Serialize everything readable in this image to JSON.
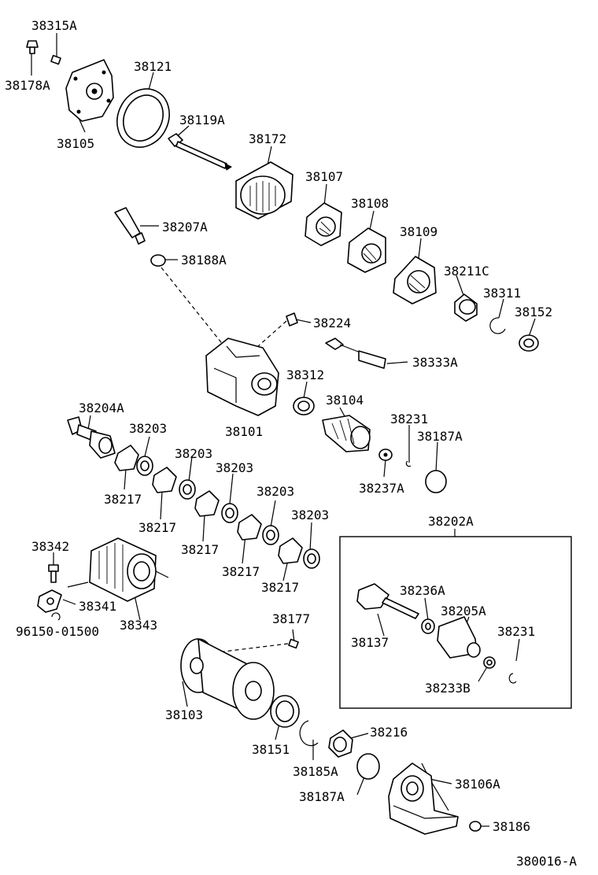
{
  "diagram_id": "380016-A",
  "subassembly_label": "38202A",
  "callouts": [
    {
      "key": "c38315A",
      "text": "38315A"
    },
    {
      "key": "c38178A",
      "text": "38178A"
    },
    {
      "key": "c38121",
      "text": "38121"
    },
    {
      "key": "c38105",
      "text": "38105"
    },
    {
      "key": "c38119A",
      "text": "38119A"
    },
    {
      "key": "c38172",
      "text": "38172"
    },
    {
      "key": "c38107",
      "text": "38107"
    },
    {
      "key": "c38108",
      "text": "38108"
    },
    {
      "key": "c38109",
      "text": "38109"
    },
    {
      "key": "c38207A",
      "text": "38207A"
    },
    {
      "key": "c38188A",
      "text": "38188A"
    },
    {
      "key": "c38211C",
      "text": "38211C"
    },
    {
      "key": "c38311",
      "text": "38311"
    },
    {
      "key": "c38152",
      "text": "38152"
    },
    {
      "key": "c38224",
      "text": "38224"
    },
    {
      "key": "c38333A",
      "text": "38333A"
    },
    {
      "key": "c38312",
      "text": "38312"
    },
    {
      "key": "c38101",
      "text": "38101"
    },
    {
      "key": "c38104",
      "text": "38104"
    },
    {
      "key": "c38231a",
      "text": "38231"
    },
    {
      "key": "c38187Aa",
      "text": "38187A"
    },
    {
      "key": "c38237A",
      "text": "38237A"
    },
    {
      "key": "c38204A",
      "text": "38204A"
    },
    {
      "key": "c38203a",
      "text": "38203"
    },
    {
      "key": "c38203b",
      "text": "38203"
    },
    {
      "key": "c38203c",
      "text": "38203"
    },
    {
      "key": "c38203d",
      "text": "38203"
    },
    {
      "key": "c38203e",
      "text": "38203"
    },
    {
      "key": "c38217a",
      "text": "38217"
    },
    {
      "key": "c38217b",
      "text": "38217"
    },
    {
      "key": "c38217c",
      "text": "38217"
    },
    {
      "key": "c38217d",
      "text": "38217"
    },
    {
      "key": "c38217e",
      "text": "38217"
    },
    {
      "key": "c38342",
      "text": "38342"
    },
    {
      "key": "c38341",
      "text": "38341"
    },
    {
      "key": "c96150",
      "text": "96150-01500"
    },
    {
      "key": "c38343",
      "text": "38343"
    },
    {
      "key": "c38177",
      "text": "38177"
    },
    {
      "key": "c38103",
      "text": "38103"
    },
    {
      "key": "c38151",
      "text": "38151"
    },
    {
      "key": "c38185A",
      "text": "38185A"
    },
    {
      "key": "c38216",
      "text": "38216"
    },
    {
      "key": "c38187Ab",
      "text": "38187A"
    },
    {
      "key": "c38106A",
      "text": "38106A"
    },
    {
      "key": "c38186",
      "text": "38186"
    },
    {
      "key": "c38236A",
      "text": "38236A"
    },
    {
      "key": "c38205A",
      "text": "38205A"
    },
    {
      "key": "c38137",
      "text": "38137"
    },
    {
      "key": "c38231b",
      "text": "38231"
    },
    {
      "key": "c38233B",
      "text": "38233B"
    }
  ]
}
